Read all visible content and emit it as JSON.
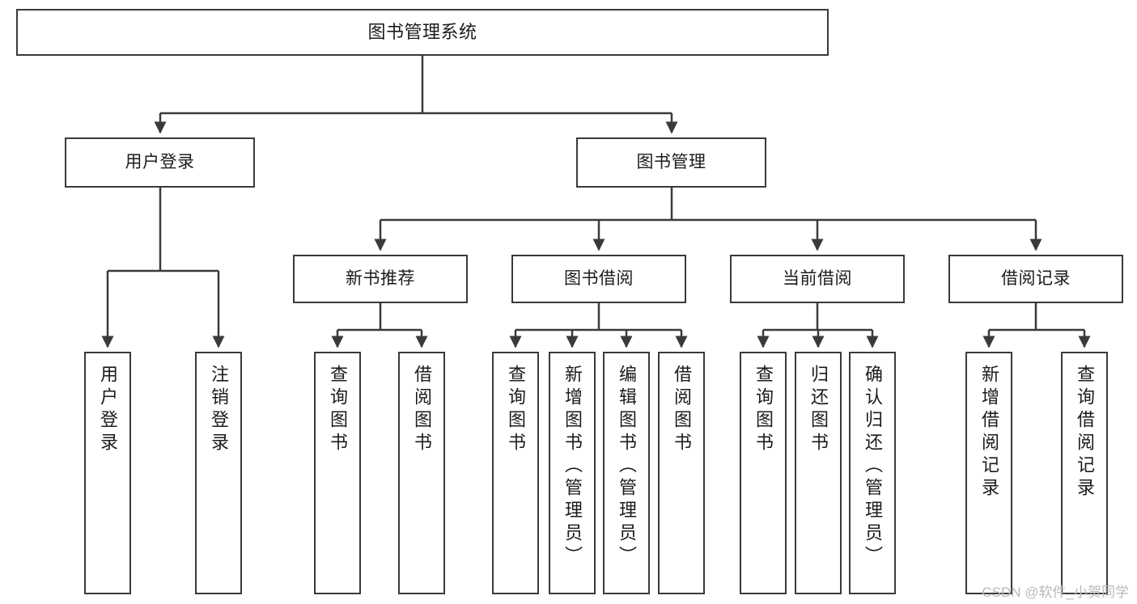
{
  "diagram": {
    "title": "图书管理系统",
    "watermark": "CSDN @软件_小贺同学",
    "stroke_color": "#3a3a3a",
    "background_color": "#ffffff",
    "text_color": "#1b1b1b",
    "watermark_color": "#b9b9b9"
  },
  "nodes": {
    "root": {
      "label": "图书管理系统"
    },
    "level2": [
      {
        "label": "用户登录"
      },
      {
        "label": "图书管理"
      }
    ],
    "level3": [
      {
        "label": "新书推荐"
      },
      {
        "label": "图书借阅"
      },
      {
        "label": "当前借阅"
      },
      {
        "label": "借阅记录"
      }
    ],
    "leaves": {
      "user_login": [
        {
          "label": "用户登录"
        },
        {
          "label": "注销登录"
        }
      ],
      "new_book": [
        {
          "label": "查询图书"
        },
        {
          "label": "借阅图书"
        }
      ],
      "book_borrow": [
        {
          "label": "查询图书"
        },
        {
          "label": "新增图书（管理员）"
        },
        {
          "label": "编辑图书（管理员）"
        },
        {
          "label": "借阅图书"
        }
      ],
      "current_borrow": [
        {
          "label": "查询图书"
        },
        {
          "label": "归还图书"
        },
        {
          "label": "确认归还（管理员）"
        }
      ],
      "borrow_record": [
        {
          "label": "新增借阅记录"
        },
        {
          "label": "查询借阅记录"
        }
      ]
    }
  }
}
